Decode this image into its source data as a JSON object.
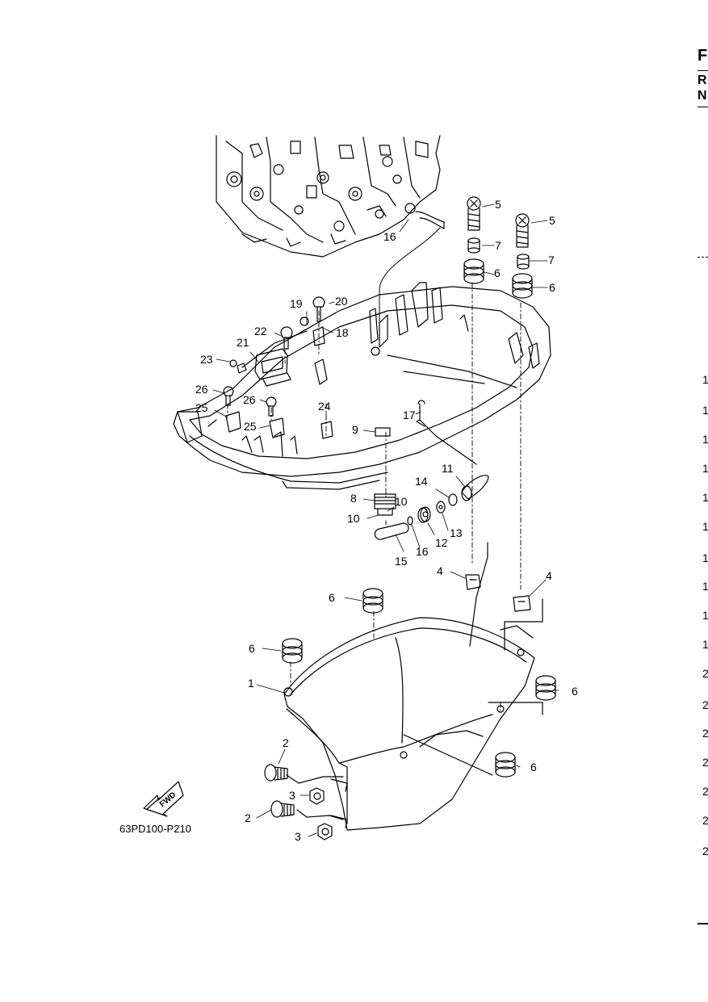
{
  "edge": {
    "heading_letters": [
      "F",
      "R",
      "N"
    ],
    "right_numbers": [
      "1",
      "1",
      "1",
      "1",
      "1",
      "1",
      "1",
      "1",
      "1",
      "1",
      "2",
      "2",
      "2",
      "2",
      "2",
      "2",
      "2"
    ]
  },
  "diagram_code": "63PD100-P210",
  "fwd_label": "FWD",
  "callouts": [
    "1",
    "2",
    "2",
    "3",
    "3",
    "4",
    "4",
    "5",
    "5",
    "6",
    "6",
    "6",
    "6",
    "6",
    "6",
    "7",
    "7",
    "8",
    "9",
    "10",
    "10",
    "11",
    "12",
    "13",
    "14",
    "15",
    "16",
    "16",
    "17",
    "18",
    "19",
    "20",
    "21",
    "22",
    "23",
    "24",
    "25",
    "25",
    "26",
    "26"
  ]
}
